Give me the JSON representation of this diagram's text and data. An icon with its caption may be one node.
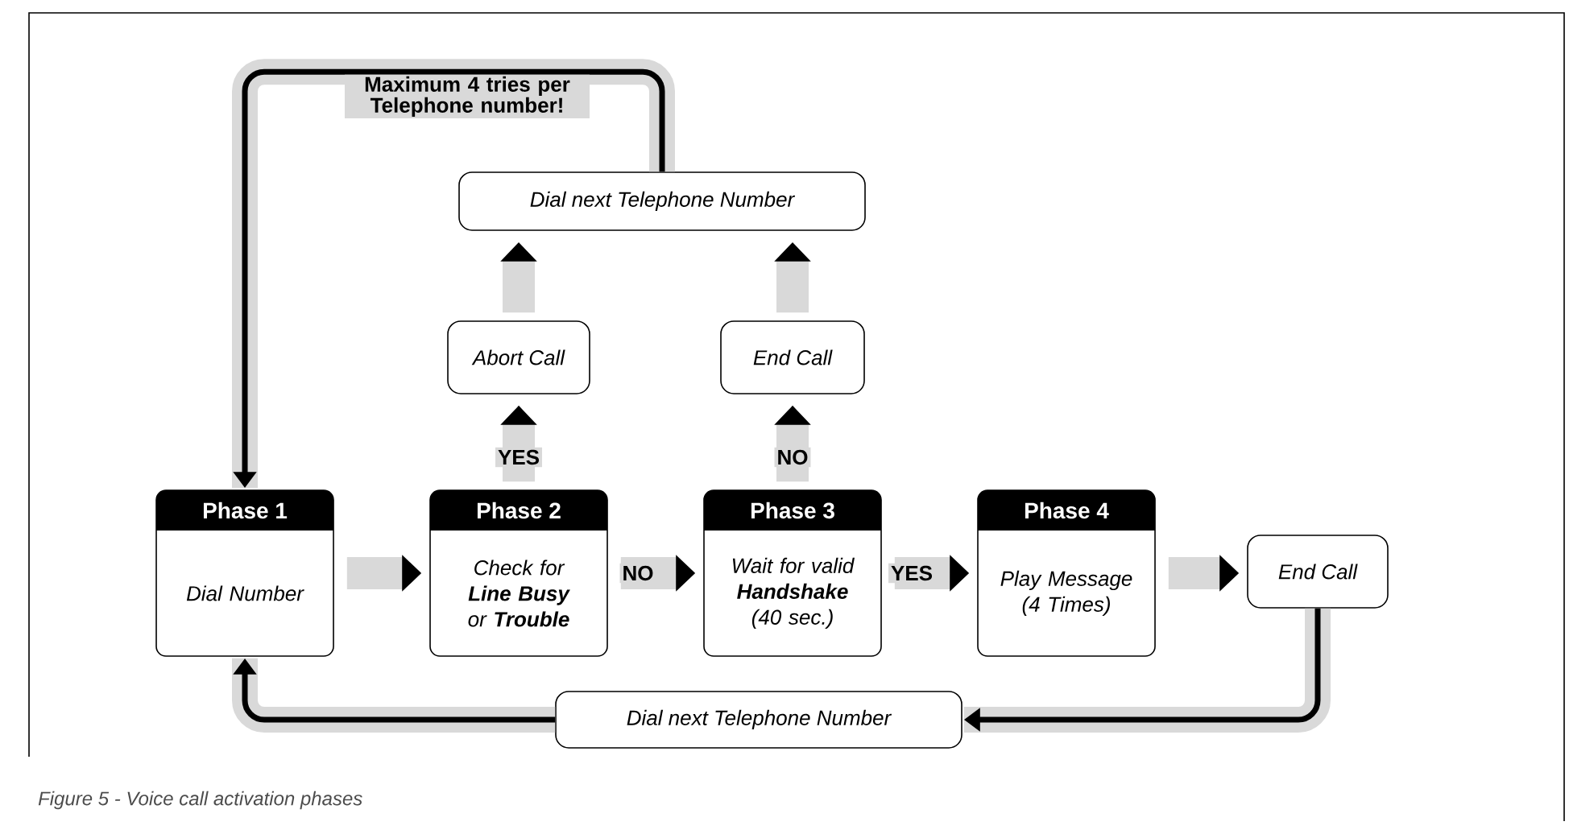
{
  "diagram": {
    "caption": "Figure 5 - Voice call activation phases",
    "nodes": [
      {
        "text": [
          "Dial next Telephone Number"
        ]
      },
      {
        "text": [
          "Abort Call"
        ]
      },
      {
        "text": [
          "End Call"
        ]
      },
      {
        "text": [
          "Phase 1",
          "Dial Number"
        ]
      },
      {
        "text": [
          "Phase 2",
          "Check for **Line Busy** or **Trouble**"
        ]
      },
      {
        "text": [
          "Phase 3",
          "Wait for valid **Handshake** (40 sec.)"
        ]
      },
      {
        "text": [
          "Phase 4",
          "Play Message (4 Times)"
        ]
      },
      {
        "text": [
          "End Call"
        ]
      },
      {
        "text": [
          "Dial next Telephone Number"
        ]
      }
    ],
    "edges": [
      {
        "from": 3,
        "to": 4,
        "arrow": "to"
      },
      {
        "from": 4,
        "to": 5,
        "arrow": "to",
        "label": "NO"
      },
      {
        "from": 5,
        "to": 6,
        "arrow": "to",
        "label": "YES"
      },
      {
        "from": 6,
        "to": 7,
        "arrow": "to"
      },
      {
        "from": 7,
        "to": 8,
        "arrow": "to"
      },
      {
        "from": 8,
        "to": 3,
        "arrow": "to"
      },
      {
        "from": 4,
        "to": 1,
        "arrow": "to",
        "label": "YES"
      },
      {
        "from": 5,
        "to": 2,
        "arrow": "to",
        "label": "NO"
      },
      {
        "from": 1,
        "to": 0,
        "arrow": "to"
      },
      {
        "from": 2,
        "to": 0,
        "arrow": "to"
      },
      {
        "from": 0,
        "to": 3,
        "arrow": "to",
        "label": "Maximum 4 tries per Telephone number!"
      }
    ]
  }
}
